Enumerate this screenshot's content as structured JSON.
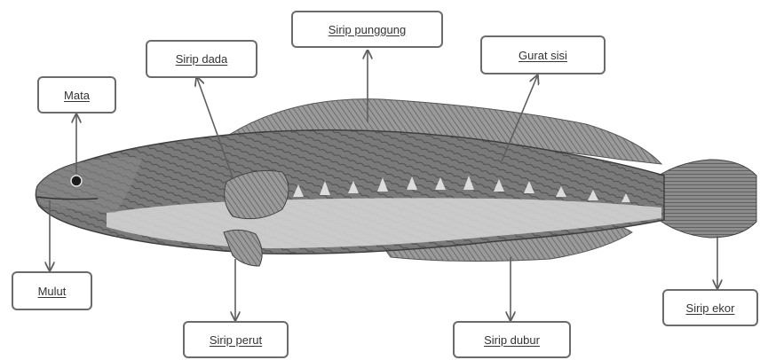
{
  "labels": {
    "mata": "Mata",
    "sirip_dada": "Sirip dada",
    "sirip_punggung": "Sirip punggung",
    "gurat_sisi": "Gurat sisi",
    "mulut": "Mulut",
    "sirip_perut": "Sirip perut",
    "sirip_dubur": "Sirip dubur",
    "sirip_ekor": "Sirip ekor"
  },
  "colors": {
    "fish_body": "#6f6f6f",
    "fish_belly": "#d9d9d9",
    "fin": "#8a8a8a",
    "arrow": "#5e5e5e",
    "box_border": "#6b6b6b"
  }
}
